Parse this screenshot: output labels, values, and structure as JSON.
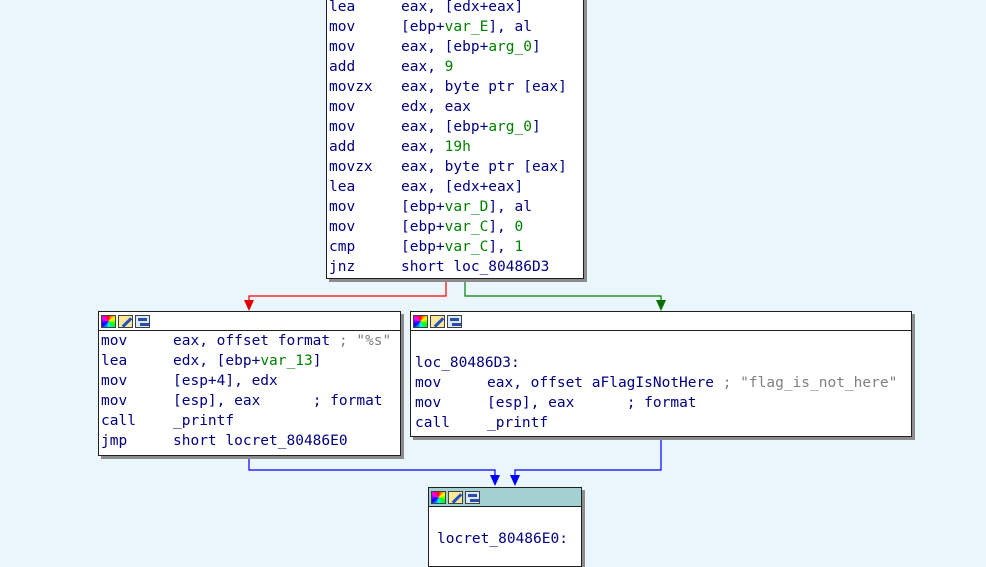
{
  "block_top": {
    "lines": [
      {
        "mn": "lea",
        "p1": "eax, [edx+eax]"
      },
      {
        "mn": "mov",
        "p1": "[ebp+",
        "v": "var_E",
        "p2": "], al"
      },
      {
        "mn": "mov",
        "p1": "eax, [ebp+",
        "v": "arg_0",
        "p2": "]"
      },
      {
        "mn": "add",
        "p1": "eax, ",
        "n": "9"
      },
      {
        "mn": "movzx",
        "p1": "eax, byte ptr [eax]"
      },
      {
        "mn": "mov",
        "p1": "edx, eax"
      },
      {
        "mn": "mov",
        "p1": "eax, [ebp+",
        "v": "arg_0",
        "p2": "]"
      },
      {
        "mn": "add",
        "p1": "eax, ",
        "n": "19h"
      },
      {
        "mn": "movzx",
        "p1": "eax, byte ptr [eax]"
      },
      {
        "mn": "lea",
        "p1": "eax, [edx+eax]"
      },
      {
        "mn": "mov",
        "p1": "[ebp+",
        "v": "var_D",
        "p2": "], al"
      },
      {
        "mn": "mov",
        "p1": "[ebp+",
        "v": "var_C",
        "p2": "], ",
        "n": "0"
      },
      {
        "mn": "cmp",
        "p1": "[ebp+",
        "v": "var_C",
        "p2": "], ",
        "n": "1"
      },
      {
        "mn": "jnz",
        "p1": "short loc_80486D3"
      }
    ]
  },
  "block_left": {
    "lines": [
      {
        "mn": "mov",
        "p1": "eax, offset format ",
        "c": "; \"%s\""
      },
      {
        "mn": "lea",
        "p1": "edx, [ebp+",
        "v": "var_13",
        "p2": "]"
      },
      {
        "mn": "mov",
        "p1": "[esp+4], edx"
      },
      {
        "mn": "mov",
        "p1": "[esp], eax      ",
        "cb": "; format"
      },
      {
        "mn": "call",
        "p1": "_printf"
      },
      {
        "mn": "jmp",
        "p1": "short locret_80486E0"
      }
    ]
  },
  "block_right": {
    "label": "loc_80486D3:",
    "lines": [
      {
        "mn": "mov",
        "p1": "eax, offset aFlagIsNotHere ",
        "c": "; \"flag_is_not_here\""
      },
      {
        "mn": "mov",
        "p1": "[esp], eax      ",
        "cb": "; format"
      },
      {
        "mn": "call",
        "p1": "_printf"
      }
    ]
  },
  "block_bottom": {
    "label": "locret_80486E0:"
  },
  "colors": {
    "background": "#eaf6fb",
    "edge_false": "#ff0000",
    "edge_true": "#008000",
    "edge_uncond": "#0000ff",
    "selected_header": "#a3d0d0"
  }
}
